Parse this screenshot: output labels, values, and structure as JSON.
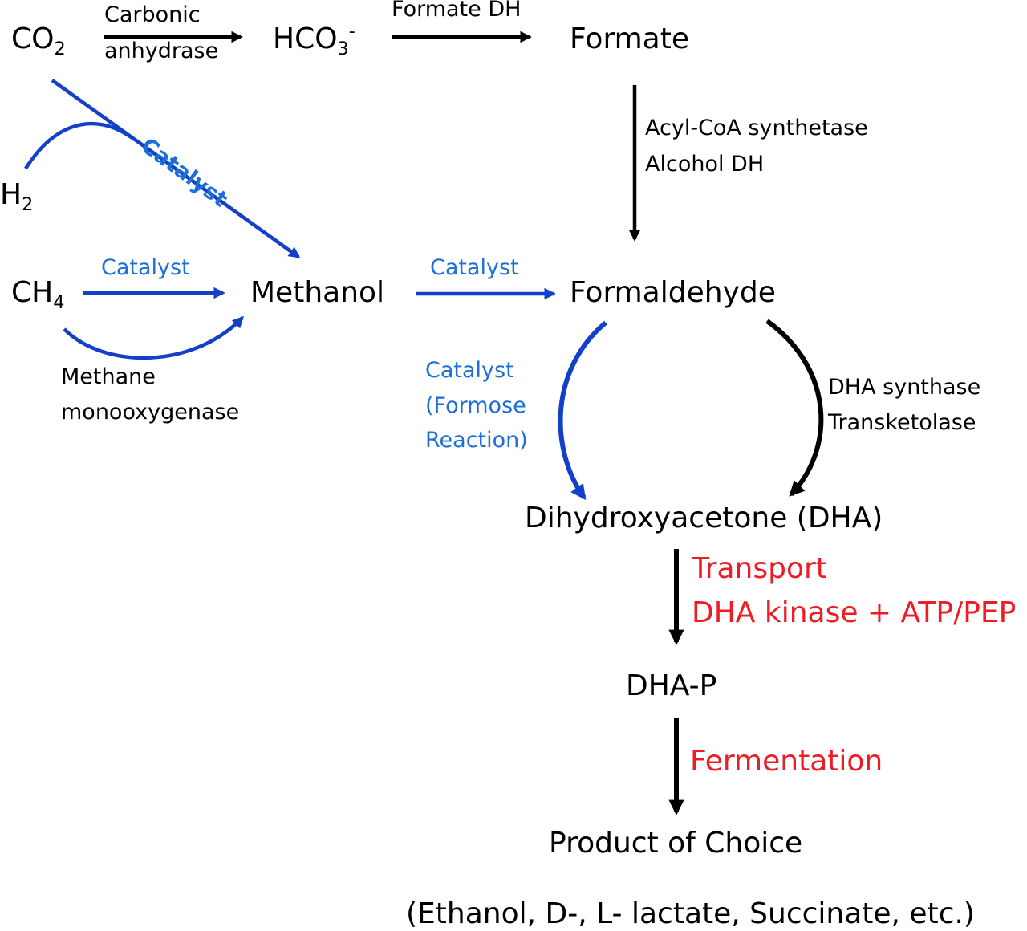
{
  "colors": {
    "black": "#000000",
    "blue": "#1b6fd6",
    "red": "#ee1c25",
    "arrow_blue": "#1240c8"
  },
  "nodes": {
    "co2": {
      "main": "CO",
      "sub": "2"
    },
    "hco3": {
      "main": "HCO",
      "sub": "3",
      "sup": "-"
    },
    "formate": "Formate",
    "h2": {
      "main": "H",
      "sub": "2"
    },
    "ch4": {
      "main": "CH",
      "sub": "4"
    },
    "methanol": "Methanol",
    "formaldehyde": "Formaldehyde",
    "dha": "Dihydroxyacetone (DHA)",
    "dhap": "DHA-P",
    "product": "Product of Choice",
    "examples": "(Ethanol, D-, L- lactate, Succinate, etc.)"
  },
  "labels": {
    "carbonic_anhydrase": [
      "Carbonic",
      "anhydrase"
    ],
    "formate_dh": "Formate DH",
    "acyl_coa": [
      "Acyl-CoA synthetase",
      "Alcohol DH"
    ],
    "catalyst_co2": "Catalyst",
    "catalyst_ch4": "Catalyst",
    "catalyst_methanol": "Catalyst",
    "methane_mono": [
      "Methane",
      "monooxygenase"
    ],
    "formose": [
      "Catalyst",
      "(Formose",
      "Reaction)"
    ],
    "dha_synthase": [
      "DHA synthase",
      "Transketolase"
    ],
    "transport": [
      "Transport",
      "DHA kinase + ATP/PEP"
    ],
    "fermentation": "Fermentation"
  }
}
